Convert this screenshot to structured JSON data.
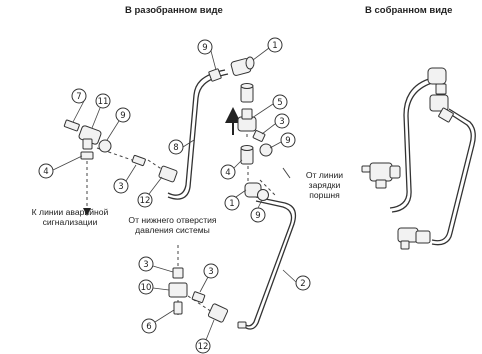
{
  "titles": {
    "exploded": "В разобранном виде",
    "assembled": "В собранном виде"
  },
  "labels": {
    "alarm_line": [
      "К линии аварийной",
      "сигнализации"
    ],
    "system_port": [
      "От нижнего отверстия",
      "давления системы"
    ],
    "piston_line": [
      "От линии",
      "зарядки",
      "поршня"
    ]
  },
  "callouts": [
    "9",
    "1",
    "7",
    "11",
    "9",
    "4",
    "8",
    "5",
    "3",
    "9",
    "3",
    "12",
    "1",
    "9",
    "4",
    "3",
    "3",
    "10",
    "6",
    "12",
    "2"
  ],
  "colors": {
    "line": "#333333",
    "part_fill": "#f2f2f2",
    "text": "#222222"
  }
}
